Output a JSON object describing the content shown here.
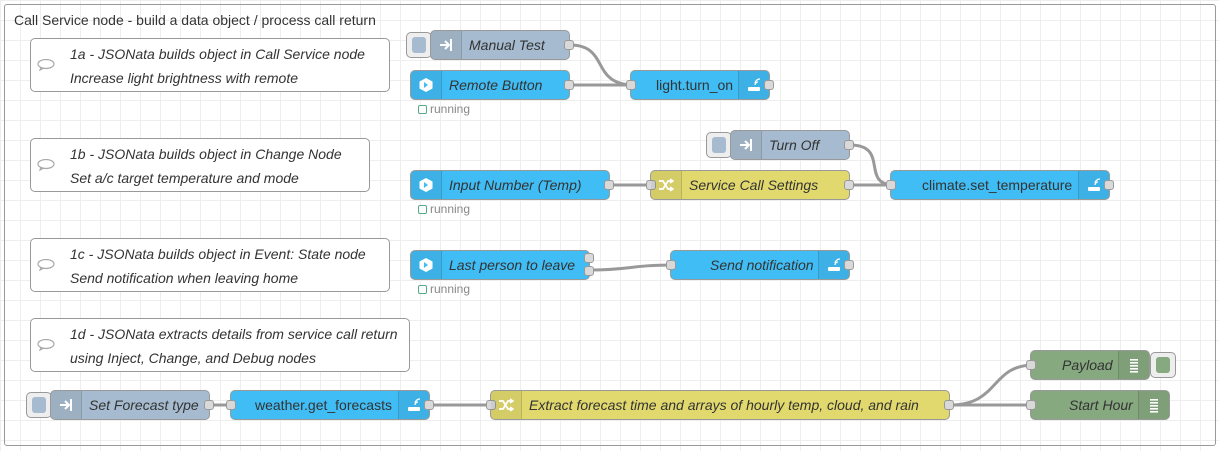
{
  "group": {
    "label": "Call Service node - build a data object / process call return"
  },
  "comments": [
    {
      "line1": "1a - JSONata builds object in Call Service node",
      "line2": "Increase light brightness with remote"
    },
    {
      "line1": "1b - JSONata builds object in Change Node",
      "line2": "Set a/c target temperature and mode"
    },
    {
      "line1": "1c - JSONata builds object in Event: State node",
      "line2": "Send notification when leaving home"
    },
    {
      "line1": "1d - JSONata extracts details from service call return",
      "line2": "using Inject, Change, and Debug nodes"
    }
  ],
  "nodes": {
    "manual_test": "Manual Test",
    "remote_button": "Remote Button",
    "light_turn_on": "light.turn_on",
    "turn_off": "Turn Off",
    "input_number": "Input Number (Temp)",
    "service_call_settings": "Service Call Settings",
    "climate_set_temperature": "climate.set_temperature",
    "last_person": "Last person to leave",
    "send_notification": "Send notification",
    "set_forecast_type": "Set Forecast type",
    "weather_get_forecasts": "weather.get_forecasts",
    "extract_forecast": "Extract forecast time and arrays of hourly temp, cloud, and rain",
    "payload": "Payload",
    "start_hour": "Start Hour"
  },
  "status": {
    "running": "running"
  },
  "colors": {
    "ha_blue": "#41bdf5",
    "inject_grey": "#a6bbcf",
    "function_yellow": "#e2d96e",
    "debug_green": "#87a980",
    "status_green": "#55aa88"
  }
}
